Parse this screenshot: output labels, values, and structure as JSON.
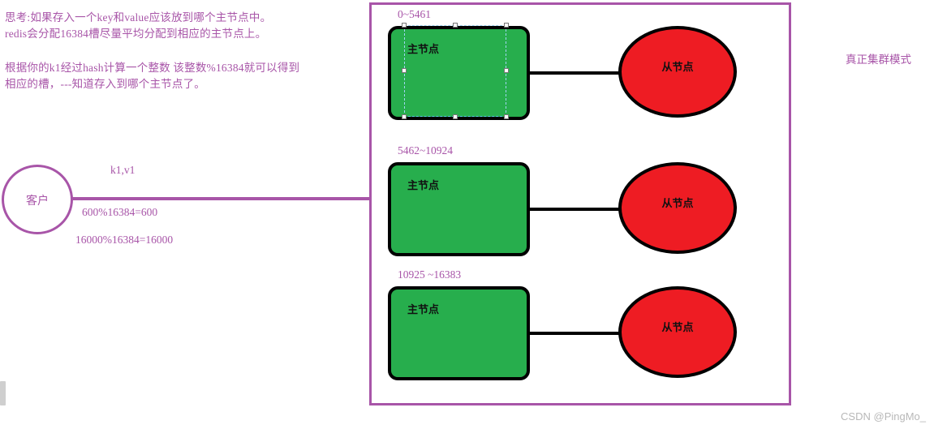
{
  "notes": {
    "top": "思考:如果存入一个key和value应该放到哪个主节点中。\nredis会分配16384槽尽量平均分配到相应的主节点上。",
    "middle": "根据你的k1经过hash计算一个整数 该整数%16384就可以得到\n相应的槽，---知道存入到哪个主节点了。"
  },
  "client": {
    "label": "客户",
    "key_value_label": "k1,v1",
    "mod_example_1": "600%16384=600",
    "mod_example_2": "16000%16384=16000"
  },
  "cluster": {
    "caption": "真正集群模式",
    "groups": [
      {
        "slot_range": "0~5461",
        "master_label": "主节点",
        "slave_label": "从节点",
        "selected": true
      },
      {
        "slot_range": "5462~10924",
        "master_label": "主节点",
        "slave_label": "从节点",
        "selected": false
      },
      {
        "slot_range": "10925 ~16383",
        "master_label": "主节点",
        "slave_label": "从节点",
        "selected": false
      }
    ]
  },
  "colors": {
    "accent_purple": "#a855a8",
    "master_green": "#27ae4d",
    "slave_red": "#ee1c23",
    "outline_black": "#000000",
    "selection_blue": "#9fd4ef",
    "watermark_gray": "#b8b8b8"
  },
  "watermark": "CSDN @PingMo_"
}
